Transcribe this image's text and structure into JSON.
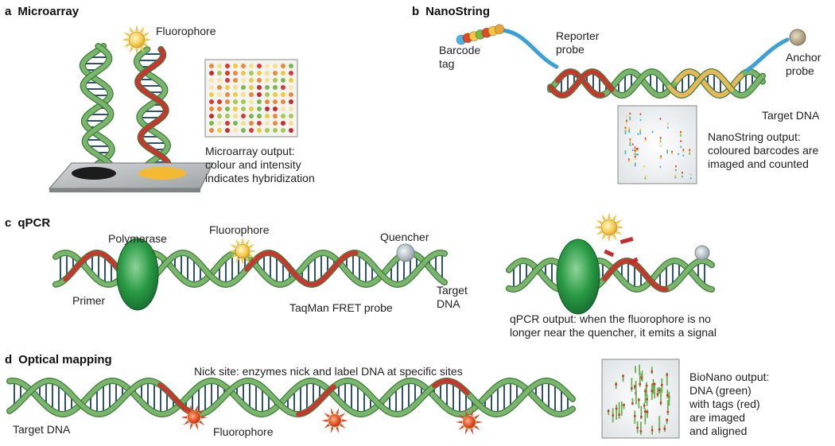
{
  "colors": {
    "strand_green": "#79b56a",
    "strand_green_dark": "#3f7e3a",
    "strand_red": "#c8362e",
    "strand_blue": "#3aa0d6",
    "strand_orange": "#e8b757",
    "rung": "#2e4f86",
    "polymerase": "#1f8a3c",
    "fluorophore_yellow": "#f3c743",
    "fluorophore_red": "#e04a2a",
    "quencher": "#b9c4c9",
    "anchor": "#b8a88c"
  },
  "panels": {
    "a": {
      "letter": "a",
      "title": "Microarray",
      "fluorophore_label": "Fluorophore",
      "output_lines": [
        "Microarray output:",
        "colour and intensity",
        "indicates hybridization"
      ]
    },
    "b": {
      "letter": "b",
      "title": "NanoString",
      "barcode_lines": [
        "Barcode",
        "tag"
      ],
      "reporter_lines": [
        "Reporter",
        "probe"
      ],
      "anchor_lines": [
        "Anchor",
        "probe"
      ],
      "target_label": "Target DNA",
      "output_lines": [
        "NanoString output:",
        "coloured barcodes are",
        "imaged and counted"
      ]
    },
    "c": {
      "letter": "c",
      "title": "qPCR",
      "polymerase_label": "Polymerase",
      "fluorophore_label": "Fluorophore",
      "quencher_label": "Quencher",
      "primer_label": "Primer",
      "probe_label": "TaqMan FRET probe",
      "target_lines": [
        "Target",
        "DNA"
      ],
      "output_lines": [
        "qPCR output: when the fluorophore is no",
        "longer near the quencher, it emits a signal"
      ]
    },
    "d": {
      "letter": "d",
      "title": "Optical mapping",
      "nick_label": "Nick site: enzymes nick and label DNA at specific sites",
      "target_label": "Target DNA",
      "fluorophore_label": "Fluorophore",
      "output_lines": [
        "BioNano output:",
        "DNA (green)",
        "with tags (red)",
        "are imaged",
        "and aligned"
      ]
    }
  }
}
